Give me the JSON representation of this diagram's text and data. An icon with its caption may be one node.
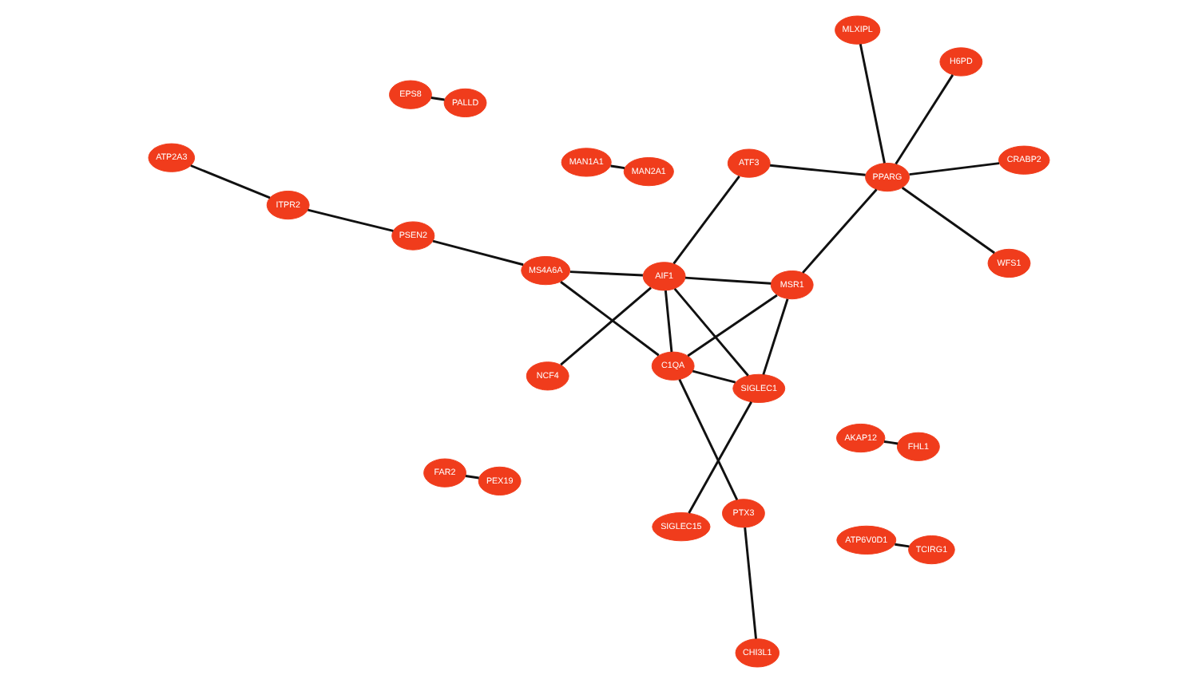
{
  "diagram": {
    "nodes": [
      {
        "text": [
          "NCF4"
        ]
      },
      {
        "text": [
          "CHI3L1"
        ]
      },
      {
        "text": [
          "SIGLEC15"
        ]
      },
      {
        "text": [
          "ATP2A3"
        ]
      },
      {
        "text": [
          "ITPR2"
        ]
      },
      {
        "text": [
          "PSEN2"
        ]
      },
      {
        "text": [
          "MS4A6A"
        ]
      },
      {
        "text": [
          "AIF1"
        ]
      },
      {
        "text": [
          "SIGLEC1"
        ]
      },
      {
        "text": [
          "PTX3"
        ]
      },
      {
        "text": [
          "C1QA"
        ]
      },
      {
        "text": [
          "ATF3"
        ]
      },
      {
        "text": [
          "MSR1"
        ]
      },
      {
        "text": [
          "H6PD"
        ]
      },
      {
        "text": [
          "PPARG"
        ]
      },
      {
        "text": [
          "CRABP2"
        ]
      },
      {
        "text": [
          "WFS1"
        ]
      },
      {
        "text": [
          "MLXIPL"
        ]
      },
      {
        "text": [
          "MAN1A1"
        ]
      },
      {
        "text": [
          "FAR2"
        ]
      },
      {
        "text": [
          "EPS8"
        ]
      },
      {
        "text": [
          "ATP6V0D1"
        ]
      },
      {
        "text": [
          "AKAP12"
        ]
      },
      {
        "text": [
          "MAN2A1"
        ]
      },
      {
        "text": [
          "PEX19"
        ]
      },
      {
        "text": [
          "PALLD"
        ]
      },
      {
        "text": [
          "TCIRG1"
        ]
      },
      {
        "text": [
          "FHL1"
        ]
      }
    ],
    "edges": [
      {
        "from": 3,
        "to": 4,
        "arrow": "none"
      },
      {
        "from": 4,
        "to": 5,
        "arrow": "none"
      },
      {
        "from": 5,
        "to": 6,
        "arrow": "none"
      },
      {
        "from": 1,
        "to": 9,
        "arrow": "none"
      },
      {
        "from": 6,
        "to": 7,
        "arrow": "none"
      },
      {
        "from": 6,
        "to": 10,
        "arrow": "none"
      },
      {
        "from": 0,
        "to": 7,
        "arrow": "none"
      },
      {
        "from": 2,
        "to": 8,
        "arrow": "none"
      },
      {
        "from": 7,
        "to": 10,
        "arrow": "none"
      },
      {
        "from": 7,
        "to": 12,
        "arrow": "none"
      },
      {
        "from": 7,
        "to": 8,
        "arrow": "none"
      },
      {
        "from": 7,
        "to": 11,
        "arrow": "none"
      },
      {
        "from": 9,
        "to": 10,
        "arrow": "none"
      },
      {
        "from": 10,
        "to": 8,
        "arrow": "none"
      },
      {
        "from": 10,
        "to": 12,
        "arrow": "none"
      },
      {
        "from": 8,
        "to": 12,
        "arrow": "none"
      },
      {
        "from": 12,
        "to": 14,
        "arrow": "none"
      },
      {
        "from": 11,
        "to": 14,
        "arrow": "none"
      },
      {
        "from": 14,
        "to": 13,
        "arrow": "none"
      },
      {
        "from": 14,
        "to": 15,
        "arrow": "none"
      },
      {
        "from": 14,
        "to": 16,
        "arrow": "none"
      },
      {
        "from": 14,
        "to": 17,
        "arrow": "none"
      },
      {
        "from": 18,
        "to": 23,
        "arrow": "none"
      },
      {
        "from": 19,
        "to": 24,
        "arrow": "none"
      },
      {
        "from": 20,
        "to": 25,
        "arrow": "none"
      },
      {
        "from": 21,
        "to": 26,
        "arrow": "none"
      },
      {
        "from": 22,
        "to": 27,
        "arrow": "none"
      }
    ]
  }
}
